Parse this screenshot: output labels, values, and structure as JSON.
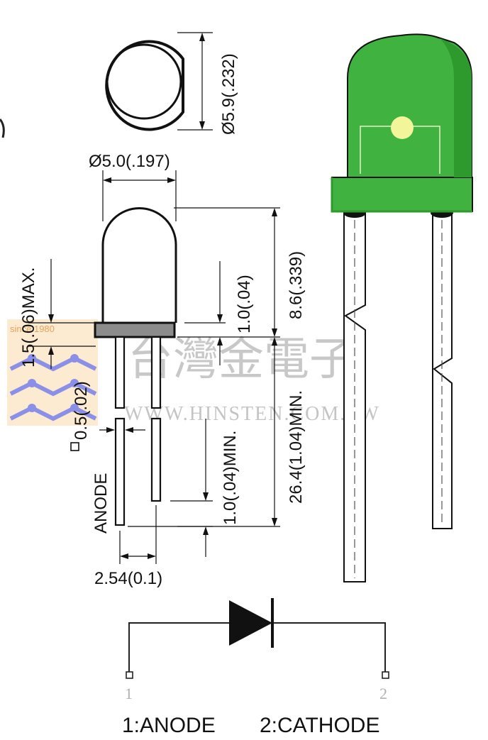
{
  "diagram": {
    "dimensions": {
      "top_view_diameter": "Ø5.9(.232)",
      "body_diameter": "Ø5.0(.197)",
      "body_height": "8.6(.339)",
      "flange_height": "1.0(.04)",
      "flange_max": "1.5(.06)MAX.",
      "lead_square": "0.5(.02)",
      "lead_min_gap": "1.0(.04)MIN.",
      "lead_length": "26.4(1.04)MIN.",
      "lead_pitch": "2.54(0.1)"
    },
    "lead_label": "ANODE",
    "schematic": {
      "pin1_number": "1",
      "pin2_number": "2",
      "caption_anode": "1:ANODE",
      "caption_cathode": "2:CATHODE"
    },
    "led_color": "#3fb23f",
    "led_dark": "#2e9a2e",
    "led_spot": "#f2f59a"
  },
  "watermark": {
    "cjk": "台灣金電子",
    "url": "WWW.HINSTEN.COM.TW",
    "tag": "since 1980"
  }
}
